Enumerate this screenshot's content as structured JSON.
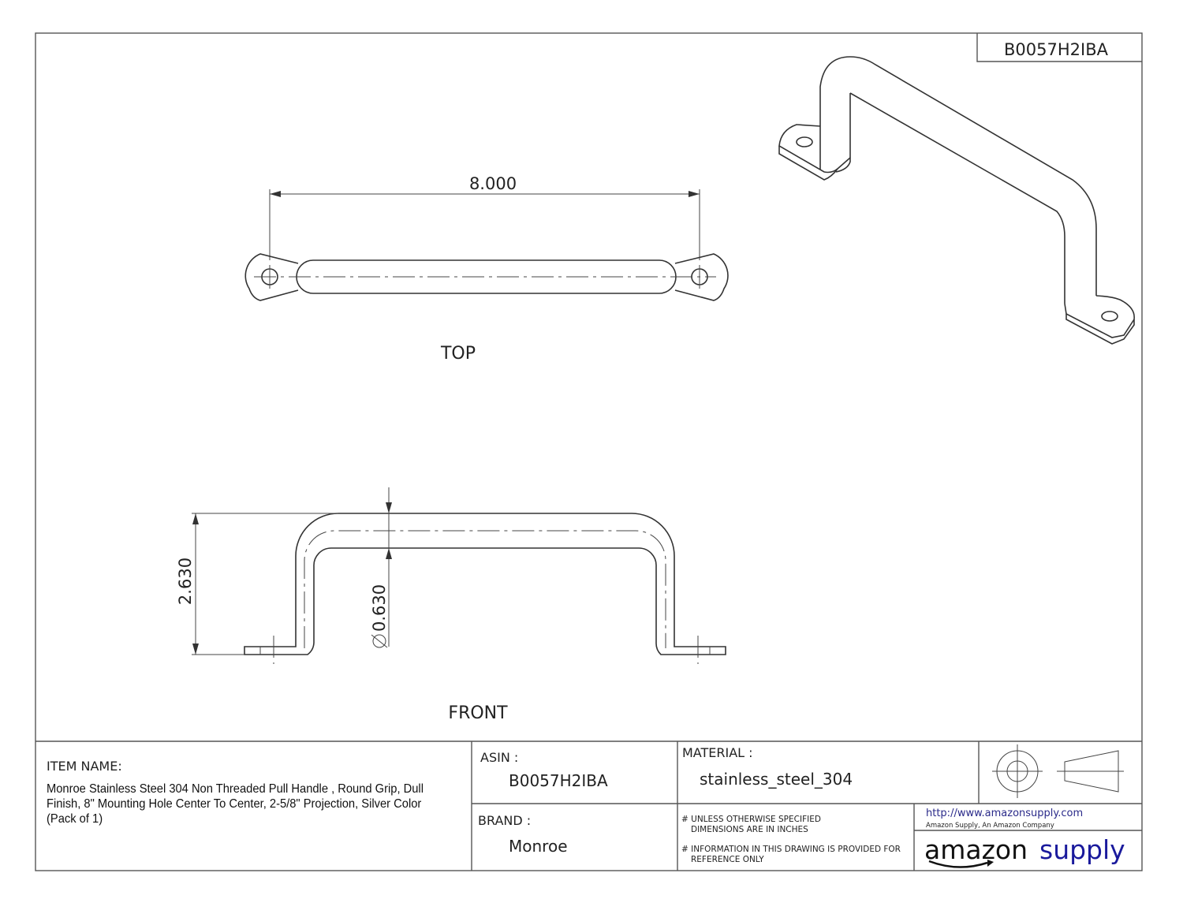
{
  "asin_header": "B0057H2IBA",
  "views": {
    "top_label": "TOP",
    "front_label": "FRONT"
  },
  "dimensions": {
    "length": "8.000",
    "height": "2.630",
    "diameter": "0.630"
  },
  "title_block": {
    "item_name_label": "ITEM NAME:",
    "item_name_lines": [
      "Monroe  Stainless Steel 304 Non Threaded Pull Handle , Round Grip, Dull",
      "Finish, 8\" Mounting Hole Center To Center, 2-5/8\" Projection, Silver Color",
      "(Pack of 1)"
    ],
    "asin_label": "ASIN :",
    "asin_value": "B0057H2IBA",
    "brand_label": "BRAND :",
    "brand_value": "Monroe",
    "material_label": "MATERIAL :",
    "material_value": "stainless_steel_304",
    "notes": [
      "# UNLESS OTHERWISE SPECIFIED",
      "DIMENSIONS ARE IN INCHES",
      "# INFORMATION IN THIS DRAWING IS PROVIDED FOR",
      "REFERENCE ONLY"
    ],
    "url": "http://www.amazonsupply.com",
    "company": "Amazon Supply, An Amazon Company",
    "logo": {
      "part1": "amazon",
      "part2": "supply",
      "color_dark": "#111111",
      "color_blue": "#1a1a9c"
    }
  }
}
